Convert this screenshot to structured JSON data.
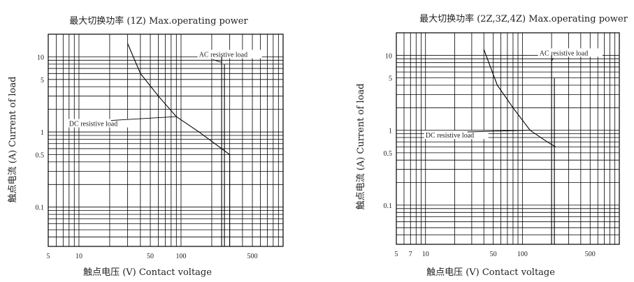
{
  "chart_data": [
    {
      "type": "line",
      "title": "最大切换功率 (1Z) Max.operating power",
      "xlabel": "触点电压 (V) Contact voltage",
      "ylabel": "触点电流 (A) Current of load",
      "xscale": "log",
      "yscale": "log",
      "xlim": [
        5,
        1000
      ],
      "ylim": [
        0.03,
        20
      ],
      "xticks": [
        5,
        10,
        50,
        100,
        500
      ],
      "xtick_labels": [
        "5",
        "10",
        "50",
        "100",
        "500"
      ],
      "yticks": [
        0.1,
        0.5,
        1,
        5,
        10
      ],
      "ytick_labels": [
        "0.1",
        "0.5",
        "1",
        "5",
        "10"
      ],
      "grid": true,
      "series": [
        {
          "name": "AC resistive load",
          "x": [
            250,
            250,
            250
          ],
          "y": [
            10,
            8,
            0.03
          ]
        },
        {
          "name": "DC resistive load",
          "x": [
            30,
            40,
            60,
            90,
            150,
            250,
            300,
            300
          ],
          "y": [
            15,
            6,
            3,
            1.6,
            1,
            0.6,
            0.5,
            0.03
          ]
        }
      ],
      "annotations": [
        {
          "text": "AC resistive load",
          "x": 150,
          "y": 10
        },
        {
          "text": "DC resistive load",
          "x": 8,
          "y": 1.2
        }
      ]
    },
    {
      "type": "line",
      "title": "最大切换功率 (2Z,3Z,4Z) Max.operating power",
      "xlabel": "触点电压 (V) Contact voltage",
      "ylabel": "触点电流 (A) Current of load",
      "xscale": "log",
      "yscale": "log",
      "xlim": [
        5,
        1000
      ],
      "ylim": [
        0.03,
        20
      ],
      "xticks": [
        5,
        10,
        50,
        100,
        500
      ],
      "xtick_labels": [
        "5",
        "7",
        "10",
        "50",
        "100",
        "500"
      ],
      "yticks": [
        0.1,
        0.5,
        1,
        5,
        10
      ],
      "ytick_labels": [
        "0.1",
        "0.5",
        "1",
        "5",
        "10"
      ],
      "grid": true,
      "series": [
        {
          "name": "AC resistive load",
          "x": [
            200,
            200,
            200
          ],
          "y": [
            10,
            5,
            0.03
          ]
        },
        {
          "name": "DC resistive load",
          "x": [
            40,
            55,
            80,
            120,
            180,
            220
          ],
          "y": [
            12,
            4,
            2,
            1,
            0.7,
            0.6
          ]
        }
      ],
      "annotations": [
        {
          "text": "AC resistive load",
          "x": 150,
          "y": 10
        },
        {
          "text": "DC resistive load",
          "x": 10,
          "y": 0.8
        }
      ]
    }
  ]
}
